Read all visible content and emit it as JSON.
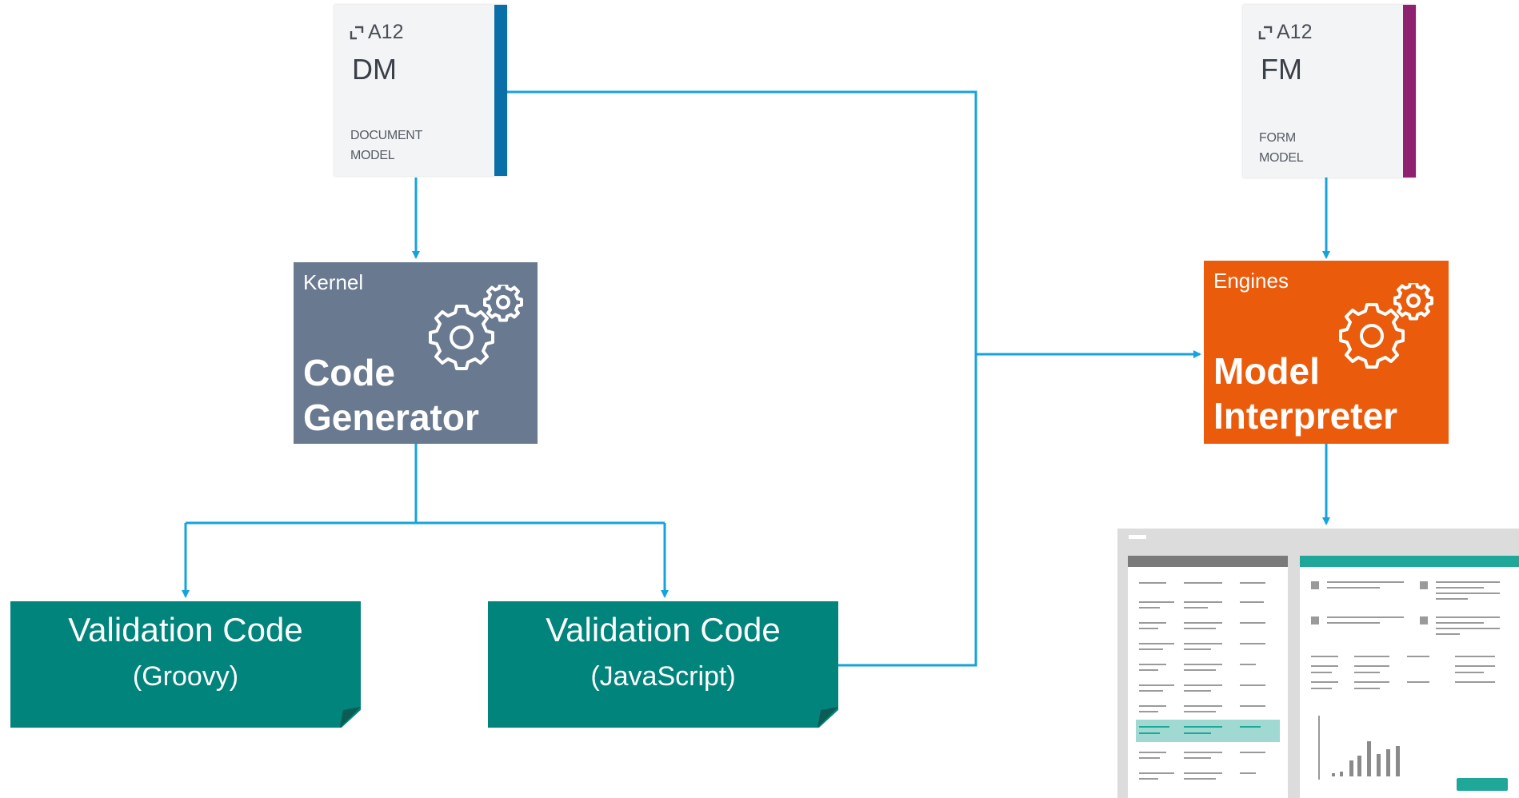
{
  "cards": [
    {
      "brand": "A12",
      "code": "DM",
      "desc_line1": "DOCUMENT",
      "desc_line2": "MODEL",
      "stripe_color": "#0a6fa8"
    },
    {
      "brand": "A12",
      "code": "FM",
      "desc_line1": "FORM",
      "desc_line2": "MODEL",
      "stripe_color": "#8e2270"
    }
  ],
  "processes": [
    {
      "small": "Kernel",
      "line1": "Code",
      "line2": "Generator",
      "color": "#687990"
    },
    {
      "small": "Engines",
      "line1": "Model",
      "line2": "Interpreter",
      "color": "#ea5b0c"
    }
  ],
  "outputs": [
    {
      "line1": "Validation Code",
      "line2": "(Groovy)"
    },
    {
      "line1": "Validation Code",
      "line2": "(JavaScript)"
    }
  ],
  "colors": {
    "connector": "#16a3dc",
    "output": "#00847b",
    "mock_accent": "#1fa89a"
  },
  "icons": {
    "gear": "gears-icon",
    "brand": "a12-logo-icon"
  }
}
